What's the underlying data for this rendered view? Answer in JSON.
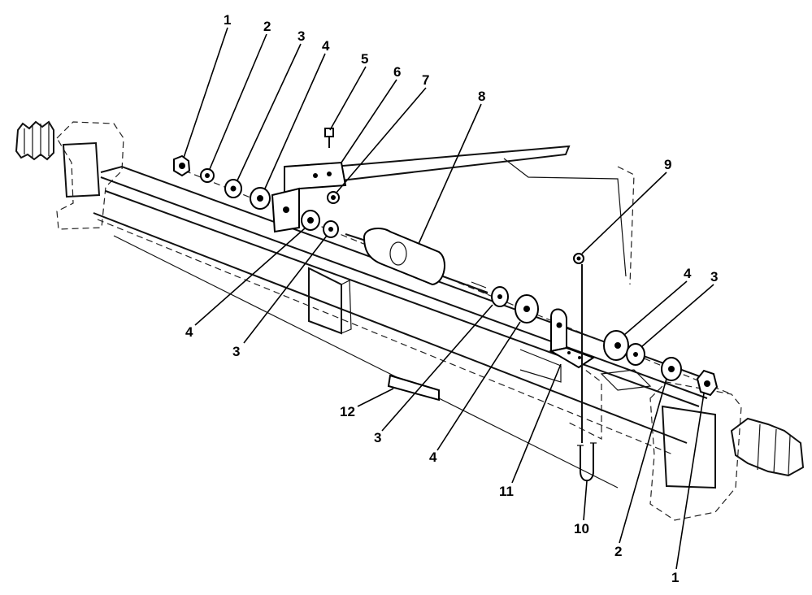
{
  "callouts": [
    {
      "id": "c1a",
      "text": "1"
    },
    {
      "id": "c2a",
      "text": "2"
    },
    {
      "id": "c3a",
      "text": "3"
    },
    {
      "id": "c4a",
      "text": "4"
    },
    {
      "id": "c5",
      "text": "5"
    },
    {
      "id": "c6",
      "text": "6"
    },
    {
      "id": "c7",
      "text": "7"
    },
    {
      "id": "c8",
      "text": "8"
    },
    {
      "id": "c9",
      "text": "9"
    },
    {
      "id": "c4b",
      "text": "4"
    },
    {
      "id": "c3b",
      "text": "3"
    },
    {
      "id": "c4c",
      "text": "4"
    },
    {
      "id": "c3c",
      "text": "3"
    },
    {
      "id": "c12",
      "text": "12"
    },
    {
      "id": "c3d",
      "text": "3"
    },
    {
      "id": "c4d",
      "text": "4"
    },
    {
      "id": "c11",
      "text": "11"
    },
    {
      "id": "c10",
      "text": "10"
    },
    {
      "id": "c2b",
      "text": "2"
    },
    {
      "id": "c1b",
      "text": "1"
    }
  ],
  "colors": {
    "ink": "#000000",
    "paper": "#ffffff"
  }
}
